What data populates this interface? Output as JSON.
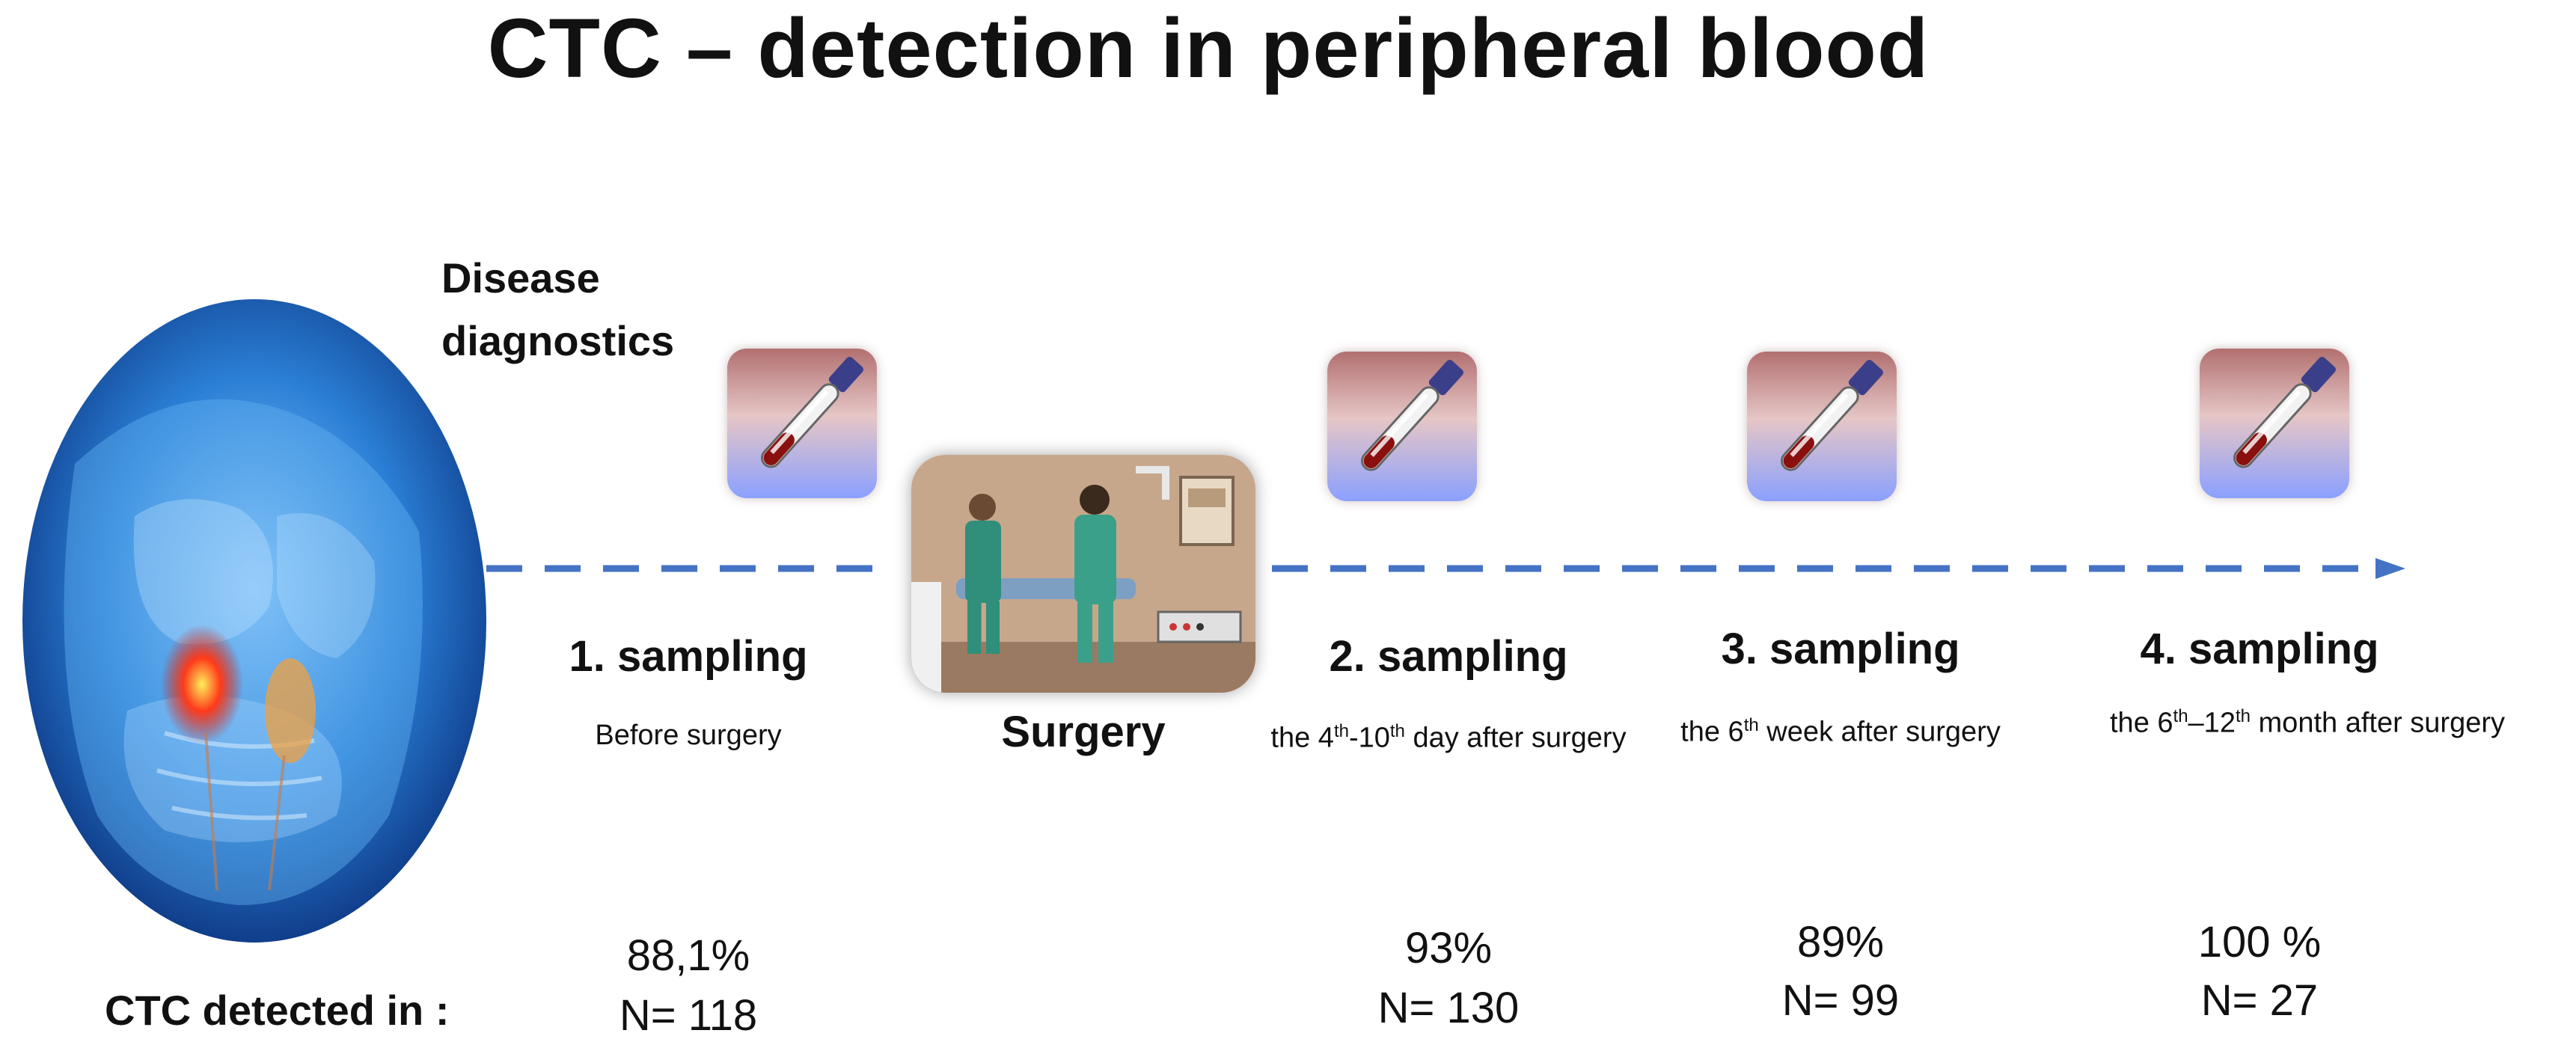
{
  "title": "CTC – detection in peripheral blood",
  "diagnostics_label_line1": "Disease",
  "diagnostics_label_line2": "diagnostics",
  "surgery_label": "Surgery",
  "ctc_row_label": "CTC detected in :",
  "samplings": [
    {
      "label": "1. sampling",
      "timing": "Before surgery",
      "percent": "88,1%",
      "n": "N= 118"
    },
    {
      "label": "2. sampling",
      "timing_pre": "the 4",
      "timing_sup1": "th",
      "timing_mid": "-10",
      "timing_sup2": "th",
      "timing_post": " day after surgery",
      "percent": "93%",
      "n": "N= 130"
    },
    {
      "label": "3. sampling",
      "timing_pre": "the 6",
      "timing_sup1": "th",
      "timing_post": " week after surgery",
      "percent": "89%",
      "n": "N= 99"
    },
    {
      "label": "4. sampling",
      "timing_pre": "the 6",
      "timing_sup1": "th",
      "timing_mid": "–12",
      "timing_sup2": "th",
      "timing_post": " month  after surgery",
      "percent": "100 %",
      "n": "N= 27"
    }
  ],
  "colors": {
    "arrow": "#4472c4",
    "tube_bg_top": "#c98e8e",
    "tube_bg_bottom": "#8fa4f0",
    "body_blue": "#1f5fb8",
    "tumor": "#e02a1a"
  }
}
